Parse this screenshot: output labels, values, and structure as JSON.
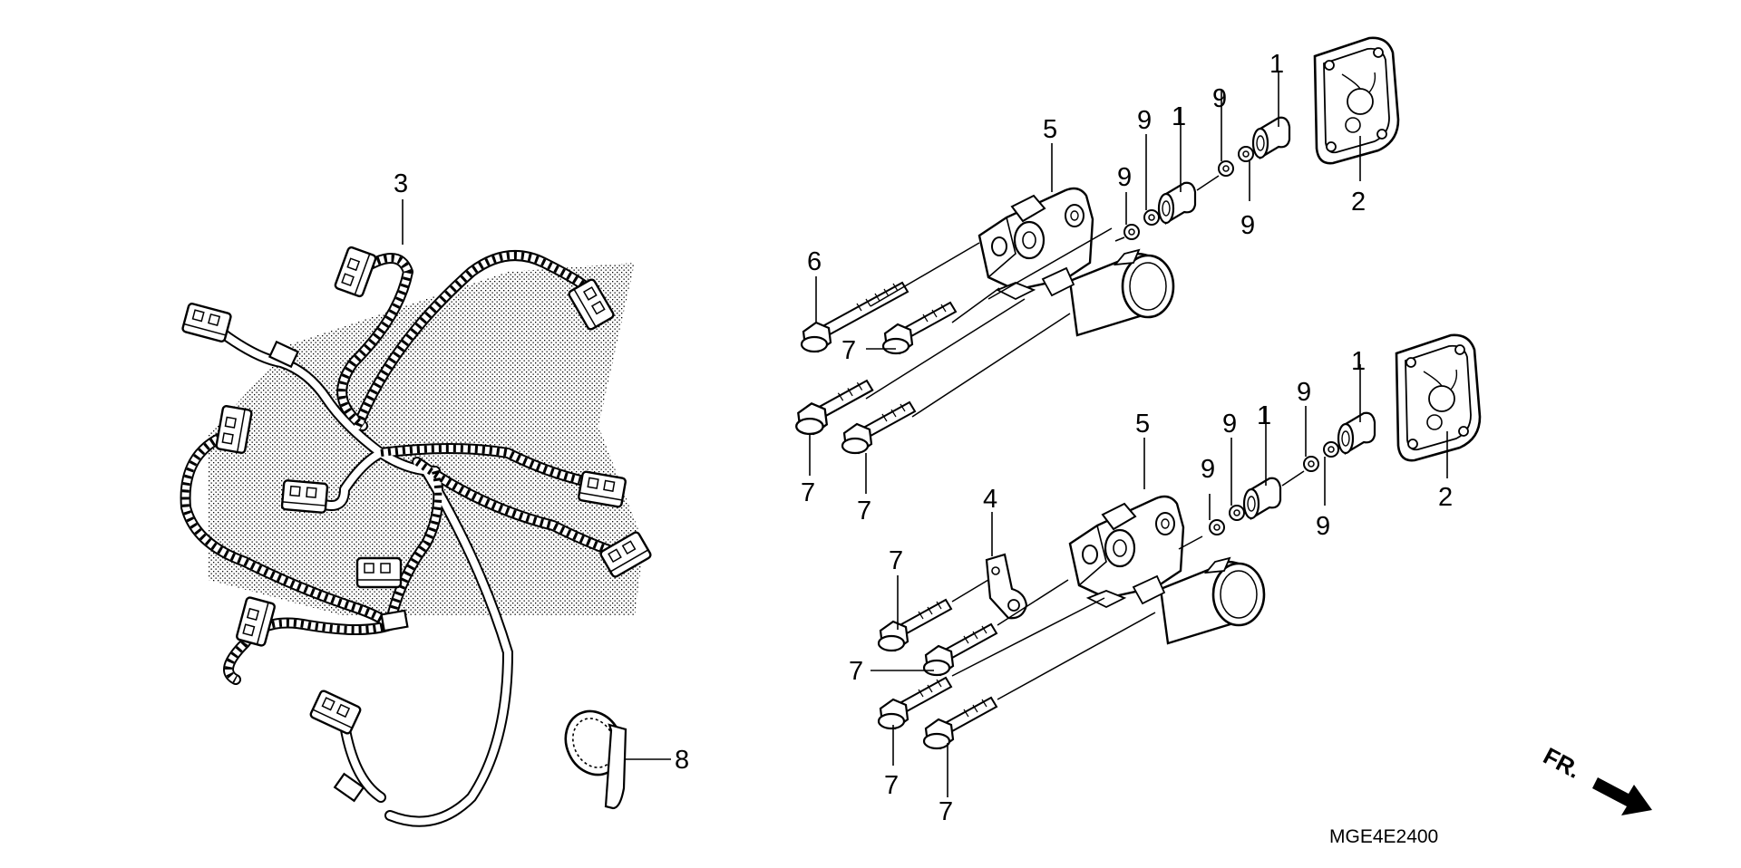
{
  "diagram": {
    "callouts": [
      {
        "id": "c3",
        "text": "3"
      },
      {
        "id": "c8",
        "text": "8"
      },
      {
        "id": "c6",
        "text": "6"
      },
      {
        "id": "c7a",
        "text": "7"
      },
      {
        "id": "c7b",
        "text": "7"
      },
      {
        "id": "c7c",
        "text": "7"
      },
      {
        "id": "c5a",
        "text": "5"
      },
      {
        "id": "c9a",
        "text": "9"
      },
      {
        "id": "c9b",
        "text": "9"
      },
      {
        "id": "c1a",
        "text": "1"
      },
      {
        "id": "c9c",
        "text": "9"
      },
      {
        "id": "c9d",
        "text": "9"
      },
      {
        "id": "c1b",
        "text": "1"
      },
      {
        "id": "c2a",
        "text": "2"
      },
      {
        "id": "c5b",
        "text": "5"
      },
      {
        "id": "c4",
        "text": "4"
      },
      {
        "id": "c9e",
        "text": "9"
      },
      {
        "id": "c9f",
        "text": "9"
      },
      {
        "id": "c1c",
        "text": "1"
      },
      {
        "id": "c9g",
        "text": "9"
      },
      {
        "id": "c1d",
        "text": "1"
      },
      {
        "id": "c9h",
        "text": "9"
      },
      {
        "id": "c2b",
        "text": "2"
      },
      {
        "id": "c7d",
        "text": "7"
      },
      {
        "id": "c7e",
        "text": "7"
      },
      {
        "id": "c7f",
        "text": "7"
      },
      {
        "id": "c7g",
        "text": "7"
      }
    ],
    "direction_label": "FR.",
    "diagram_code": "MGE4E2400"
  }
}
